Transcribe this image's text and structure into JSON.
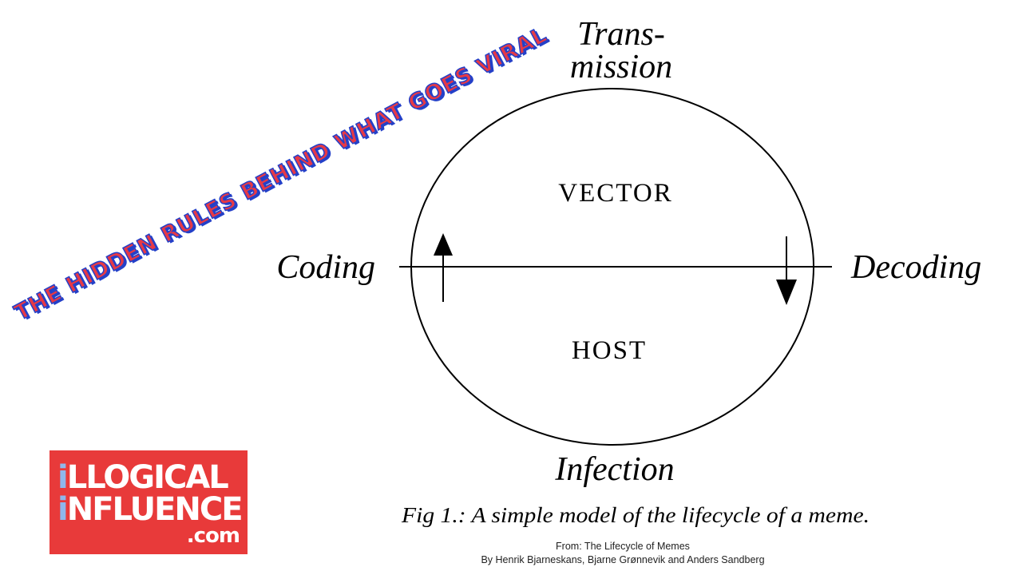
{
  "diagram": {
    "labels": {
      "top_line1": "Trans-",
      "top_line2": "mission",
      "left": "Coding",
      "right": "Decoding",
      "bottom": "Infection",
      "inner_top": "VECTOR",
      "inner_bottom": "HOST"
    },
    "caption": "Fig 1.: A simple model of the lifecycle of a meme."
  },
  "banner": {
    "text": "THE HIDDEN RULES BEHIND WHAT GOES VIRAL"
  },
  "logo": {
    "line1_i": "i",
    "line1_rest": "LLOGICAL",
    "line2_i": "i",
    "line2_rest": "NFLUENCE",
    "line3": ".com",
    "colors": {
      "background": "#e83a3a",
      "text": "#ffffff",
      "accent": "#8fb7ec"
    }
  },
  "source": {
    "line1": "From: The Lifecycle of Memes",
    "line2": "By Henrik Bjarneskans, Bjarne Grønnevik and Anders Sandberg"
  },
  "colors": {
    "banner_fill": "#e63946",
    "banner_outline": "#2440c8",
    "line": "#000000"
  }
}
